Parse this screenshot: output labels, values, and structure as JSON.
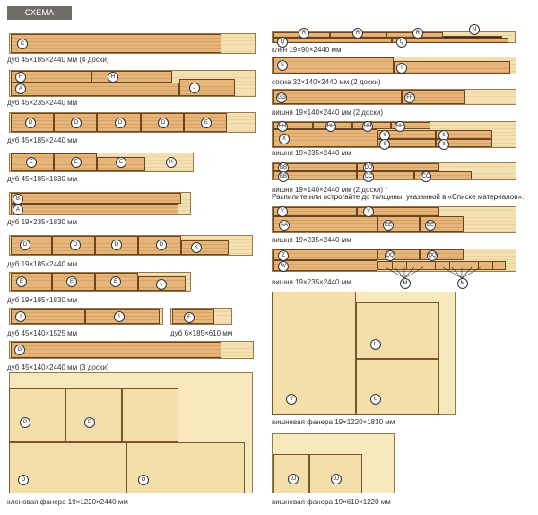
{
  "title": "СХЕМА РАСКРОЯ",
  "left": {
    "b1": {
      "caption": "дуб 45×185×2440 мм (4 доски)",
      "labels": [
        "C"
      ]
    },
    "b2": {
      "caption": "дуб 45×235×2440 мм",
      "labels": [
        "H",
        "H",
        "A",
        "J"
      ]
    },
    "b3": {
      "caption": "дуб 45×185×2440 мм",
      "labels": [
        "D",
        "D",
        "D",
        "D",
        "E"
      ]
    },
    "b4": {
      "caption": "дуб 45×185×1830 мм",
      "labels": [
        "E",
        "E",
        "E",
        "K"
      ]
    },
    "b5": {
      "caption": "дуб 19×235×1830 мм",
      "labels": [
        "B",
        "A"
      ]
    },
    "b6": {
      "caption": "дуб 19×185×2440 мм",
      "labels": [
        "D",
        "D",
        "D",
        "D",
        "K"
      ]
    },
    "b7": {
      "caption": "дуб 19×185×1830 мм",
      "labels": [
        "E",
        "E",
        "E",
        "L"
      ]
    },
    "b8": {
      "caption": "дуб 45×140×1525 мм",
      "labels": [
        "I",
        "I"
      ]
    },
    "b8b": {
      "caption": "дуб 6×185×610 мм",
      "labels": [
        "F"
      ]
    },
    "b9": {
      "caption": "дуб 45×140×2440 мм (3 доски)",
      "labels": [
        "G"
      ]
    },
    "ply": {
      "caption": "кленовая фанера 19×1220×2440 мм",
      "labels": [
        "P",
        "P",
        "O",
        "O"
      ]
    }
  },
  "right": {
    "b1": {
      "caption": "клен 19×90×2440 мм",
      "labels": [
        "R",
        "R",
        "R",
        "N",
        "Q",
        "Q"
      ]
    },
    "b2": {
      "caption": "сосна 32×140×2440 мм (2 доски)",
      "labels": [
        "S",
        "T"
      ]
    },
    "b3": {
      "caption": "вишня 19×140×2440 мм (2 доски)",
      "labels": [
        "GG",
        "FF"
      ]
    },
    "b4": {
      "caption": "вишня 19×235×2440 мм",
      "labels": [
        "HH",
        "HH",
        "HH",
        "HH",
        "X",
        "II",
        "II",
        "II",
        "II"
      ]
    },
    "b5": {
      "caption": "вишня 19×140×2440 мм (2 доски) *",
      "note": "Распилите или острогайте до толщины, указанной в «Списке материалов».",
      "labels": [
        "BB",
        "DD",
        "BB",
        "CC",
        "CC"
      ]
    },
    "b6": {
      "caption": "вишня 19×235×2440 мм",
      "labels": [
        "Y",
        "Y",
        "AA",
        "EE",
        "EE"
      ]
    },
    "b7": {
      "caption": "вишня 19×235×2440 мм",
      "labels": [
        "Z",
        "QQ",
        "QQ",
        "W",
        "M",
        "M"
      ]
    },
    "ply1": {
      "caption": "вишневая фанера 19×1220×1830 мм",
      "labels": [
        "V",
        "U",
        "U"
      ]
    },
    "ply2": {
      "caption": "вишневая фанера 19×610×1220 мм",
      "labels": [
        "JJ",
        "JJ"
      ]
    }
  }
}
